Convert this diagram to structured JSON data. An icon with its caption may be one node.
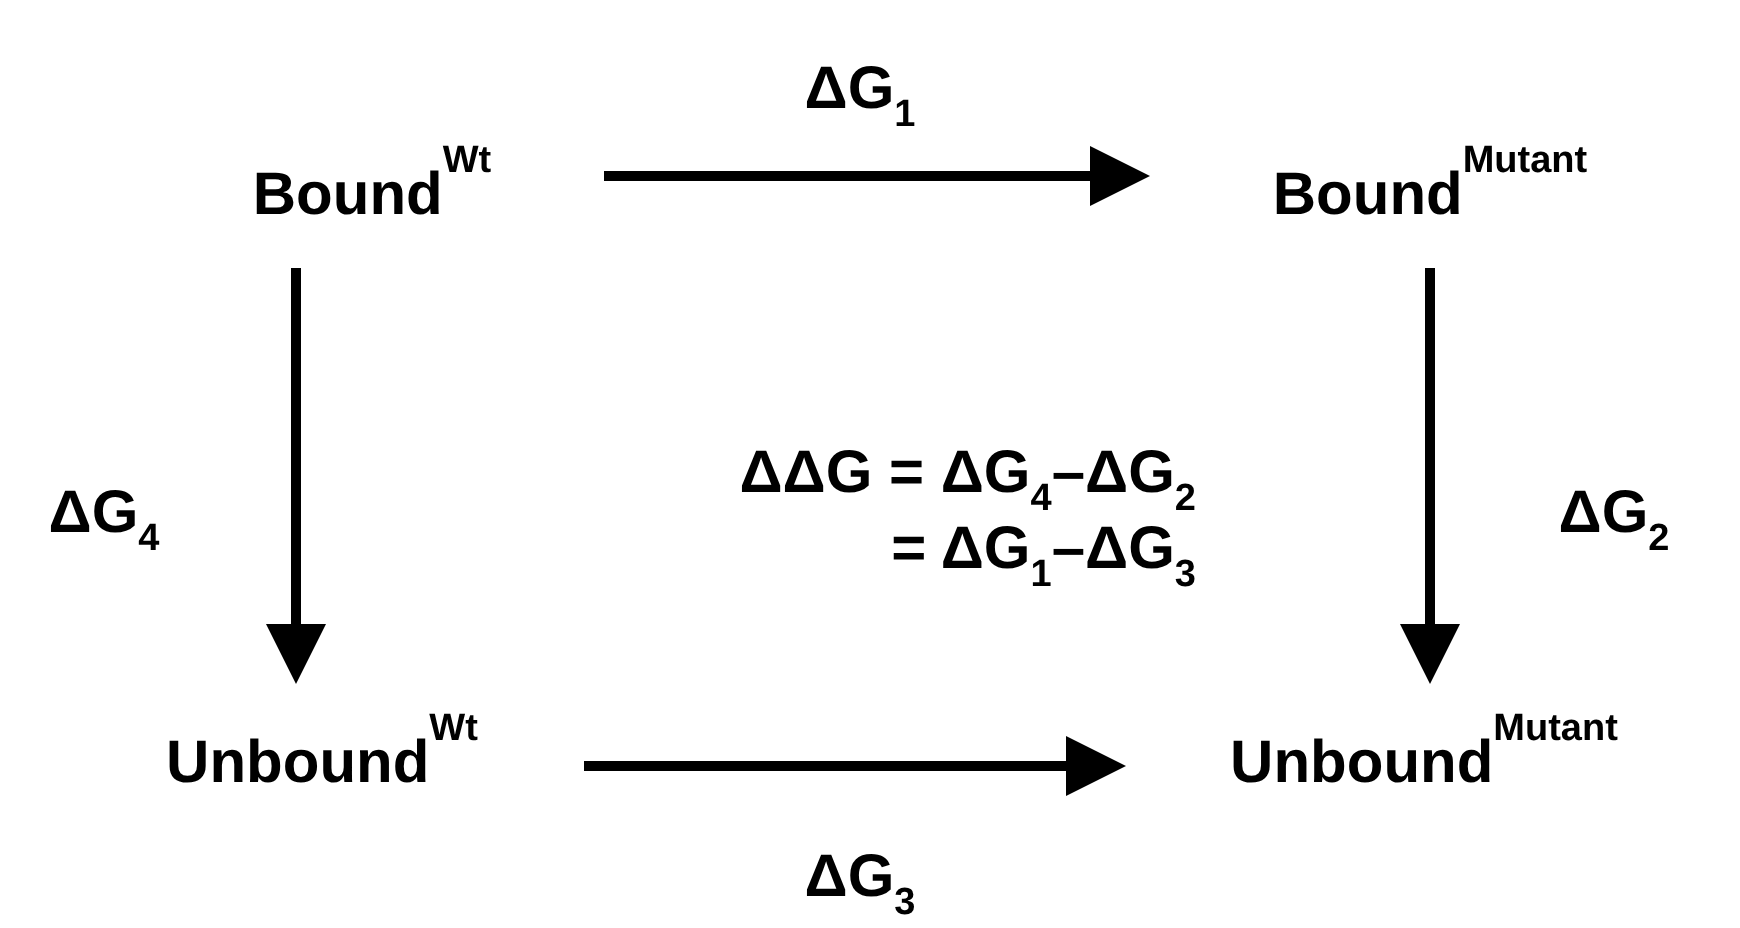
{
  "diagram": {
    "nodes": [
      {
        "text": [
          "Bound$^{Wt}$"
        ]
      },
      {
        "text": [
          "Bound$^{Mutant}$"
        ]
      },
      {
        "text": [
          "Unbound$^{Wt}$"
        ]
      },
      {
        "text": [
          "Unbound$^{Mutant}$"
        ]
      }
    ],
    "edges": [
      {
        "from": 0,
        "to": 1,
        "arrow": "to",
        "label": "ΔG$_{1}$"
      },
      {
        "from": 0,
        "to": 2,
        "arrow": "to",
        "label": "ΔG$_{4}$"
      },
      {
        "from": 1,
        "to": 3,
        "arrow": "to",
        "label": "ΔG$_{2}$"
      },
      {
        "from": 2,
        "to": 3,
        "arrow": "to",
        "label": "ΔG$_{3}$"
      }
    ],
    "labels": [
      "ΔΔG = ΔG$_{4}$–ΔG$_{2}$",
      "= ΔG$_{1}$–ΔG$_{3}$"
    ]
  }
}
